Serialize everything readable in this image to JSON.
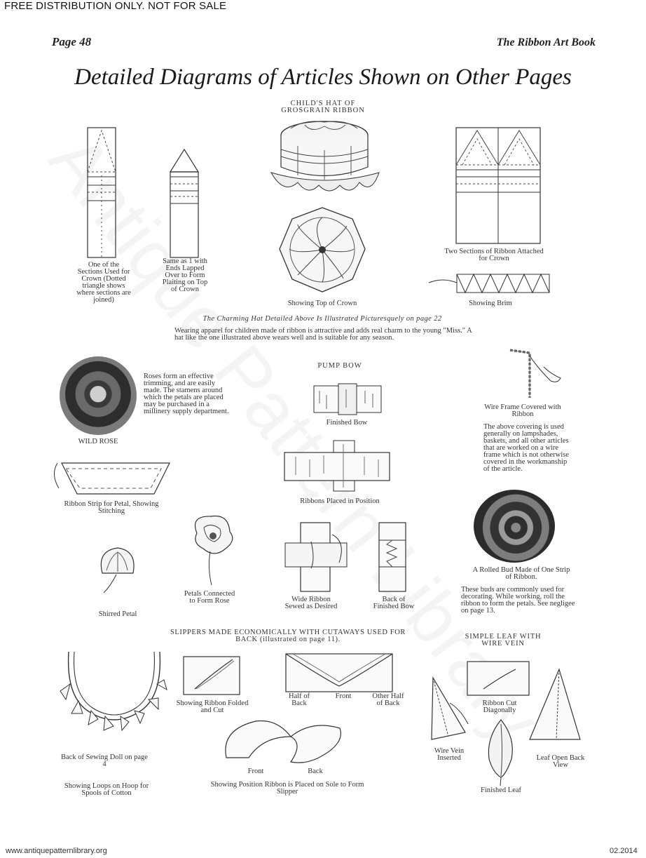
{
  "notice": "FREE DISTRIBUTION ONLY.  NOT FOR SALE",
  "header": {
    "page": "Page 48",
    "book": "The Ribbon Art Book"
  },
  "headline": "Detailed Diagrams of Articles Shown on Other Pages",
  "hat": {
    "title": "CHILD'S HAT OF GROSGRAIN RIBBON",
    "section1_caption": "One of the Sections Used for Crown (Dotted triangle shows where sections are joined)",
    "section2_caption": "Same as 1 with Ends Lapped Over to Form Plaiting on Top of Crown",
    "top_caption": "Showing Top of Crown",
    "two_sections_caption": "Two Sections of Ribbon Attached for Crown",
    "brim_caption": "Showing Brim",
    "charming": "The Charming Hat Detailed Above Is Illustrated Picturesquely on page 22",
    "paragraph": "Wearing apparel for children made of ribbon is attractive and adds real charm to the young \"Miss.\"  A hat like the one illustrated above wears well and is suitable for any season."
  },
  "rose": {
    "text": "Roses form an effective trimming, and are easily made. The stamens around which the petals are placed may be purchased in a millinery supply department.",
    "caption": "WILD ROSE",
    "strip_caption": "Ribbon Strip for Petal, Showing Stitching",
    "shirred_caption": "Shirred Petal",
    "petals_caption": "Petals Connected to Form Rose"
  },
  "bow": {
    "title": "PUMP BOW",
    "finished": "Finished Bow",
    "placed": "Ribbons Placed in Position",
    "wide": "Wide Ribbon Sewed as Desired",
    "back": "Back of Finished Bow"
  },
  "wire": {
    "caption": "Wire Frame Covered with Ribbon",
    "text": "The above covering is used generally on lampshades, baskets, and all other articles that are worked on a wire frame which is not otherwise covered in the workmanship of the article."
  },
  "bud": {
    "caption": "A Rolled Bud Made of One Strip of Ribbon.",
    "text": "These buds are commonly used for decorating. While working, roll the ribbon to form the petals.  See negligee on page 13."
  },
  "slipper": {
    "title": "SLIPPERS MADE ECONOMICALLY WITH CUTAWAYS USED FOR BACK (illustrated on page 11).",
    "folded": "Showing Ribbon Folded and Cut",
    "half_back": "Half of Back",
    "front": "Front",
    "other_half": "Other Half of Back",
    "front2": "Front",
    "back2": "Back",
    "position": "Showing Position Ribbon is Placed on Sole to Form Slipper"
  },
  "doll": {
    "caption": "Back of Sewing Doll on page 4",
    "loops": "Showing Loops on Hoop for Spools of Cotton"
  },
  "leaf": {
    "title": "SIMPLE LEAF WITH WIRE VEIN",
    "cut": "Ribbon Cut Diagonally",
    "wire": "Wire Vein Inserted",
    "open": "Leaf Open Back View",
    "finished": "Finished Leaf"
  },
  "footer": {
    "url": "www.antiquepatternlibrary.org",
    "date": "02.2014"
  },
  "watermark": "Antique Pattern Library"
}
